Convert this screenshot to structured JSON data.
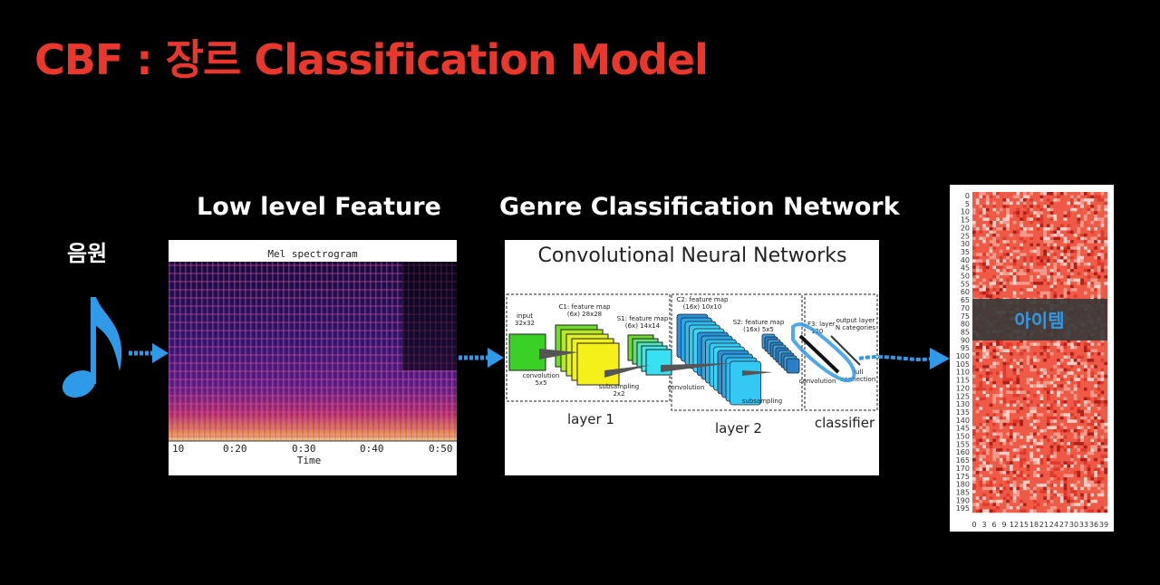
{
  "title": "CBF : 장르 Classification Model",
  "source_label": "음원",
  "sections": {
    "feature": "Low level Feature",
    "network": "Genre Classification Network"
  },
  "spectrogram": {
    "title": "Mel spectrogram",
    "xlabel": "Time",
    "ticks": [
      "10",
      "0:20",
      "0:30",
      "0:40",
      "0:50"
    ]
  },
  "cnn": {
    "title": "Convolutional Neural Networks",
    "input": [
      "input",
      "32x32"
    ],
    "conv1": [
      "convolution",
      "5x5"
    ],
    "c1": [
      "C1: feature map",
      "(6x) 28x28"
    ],
    "s1": [
      "S1: feature map",
      "(6x) 14x14"
    ],
    "sub1": [
      "subsampling",
      "2x2"
    ],
    "c2": [
      "C2: feature map",
      "(16x) 10x10"
    ],
    "conv2": "convolution",
    "s2": [
      "S2: feature map",
      "(16x) 5x5"
    ],
    "sub2": "subsampling",
    "f3": [
      "F3: layer",
      "120"
    ],
    "output": [
      "output layer",
      "N categories"
    ],
    "conv3": "convolution",
    "full": [
      "full",
      "connection"
    ],
    "layer1": "layer 1",
    "layer2": "layer 2",
    "classifier": "classifier"
  },
  "matrix": {
    "label": "아이템",
    "yticks": [
      "0",
      "5",
      "10",
      "15",
      "20",
      "25",
      "30",
      "35",
      "40",
      "45",
      "50",
      "55",
      "60",
      "65",
      "70",
      "75",
      "80",
      "85",
      "90",
      "95",
      "100",
      "105",
      "110",
      "115",
      "120",
      "125",
      "130",
      "135",
      "140",
      "145",
      "150",
      "155",
      "160",
      "165",
      "170",
      "175",
      "180",
      "185",
      "190",
      "195"
    ],
    "xticks": [
      "0",
      "3",
      "6",
      "9",
      "12",
      "15",
      "18",
      "21",
      "24",
      "27",
      "30",
      "33",
      "36",
      "39"
    ]
  },
  "colors": {
    "title": "#e8372c",
    "arrow": "#2f9ae8",
    "note": "#2f9ae8",
    "heat": "#ef5a47"
  }
}
